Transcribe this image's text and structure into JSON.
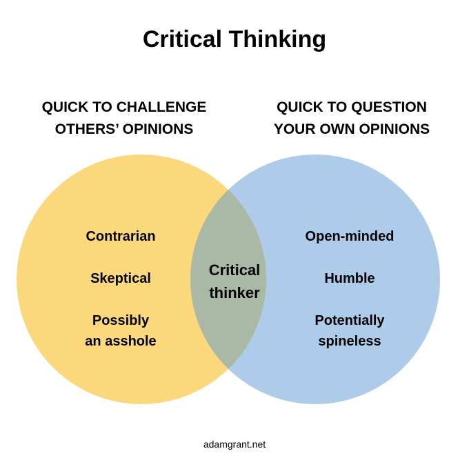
{
  "title": "Critical Thinking",
  "left_heading": [
    "QUICK TO CHALLENGE",
    "OTHERS’ OPINIONS"
  ],
  "right_heading": [
    "QUICK TO QUESTION",
    "YOUR OWN OPINIONS"
  ],
  "left_items": [
    [
      "Contrarian"
    ],
    [
      "Skeptical"
    ],
    [
      "Possibly",
      "an asshole"
    ]
  ],
  "center_item": [
    "Critical",
    "thinker"
  ],
  "right_items": [
    [
      "Open-minded"
    ],
    [
      "Humble"
    ],
    [
      "Potentially",
      "spineless"
    ]
  ],
  "colors": {
    "left_circle": "#FCD87C",
    "right_circle": "#AECBEA",
    "overlap": "#AAB9A5"
  },
  "footer": "adamgrant.net"
}
